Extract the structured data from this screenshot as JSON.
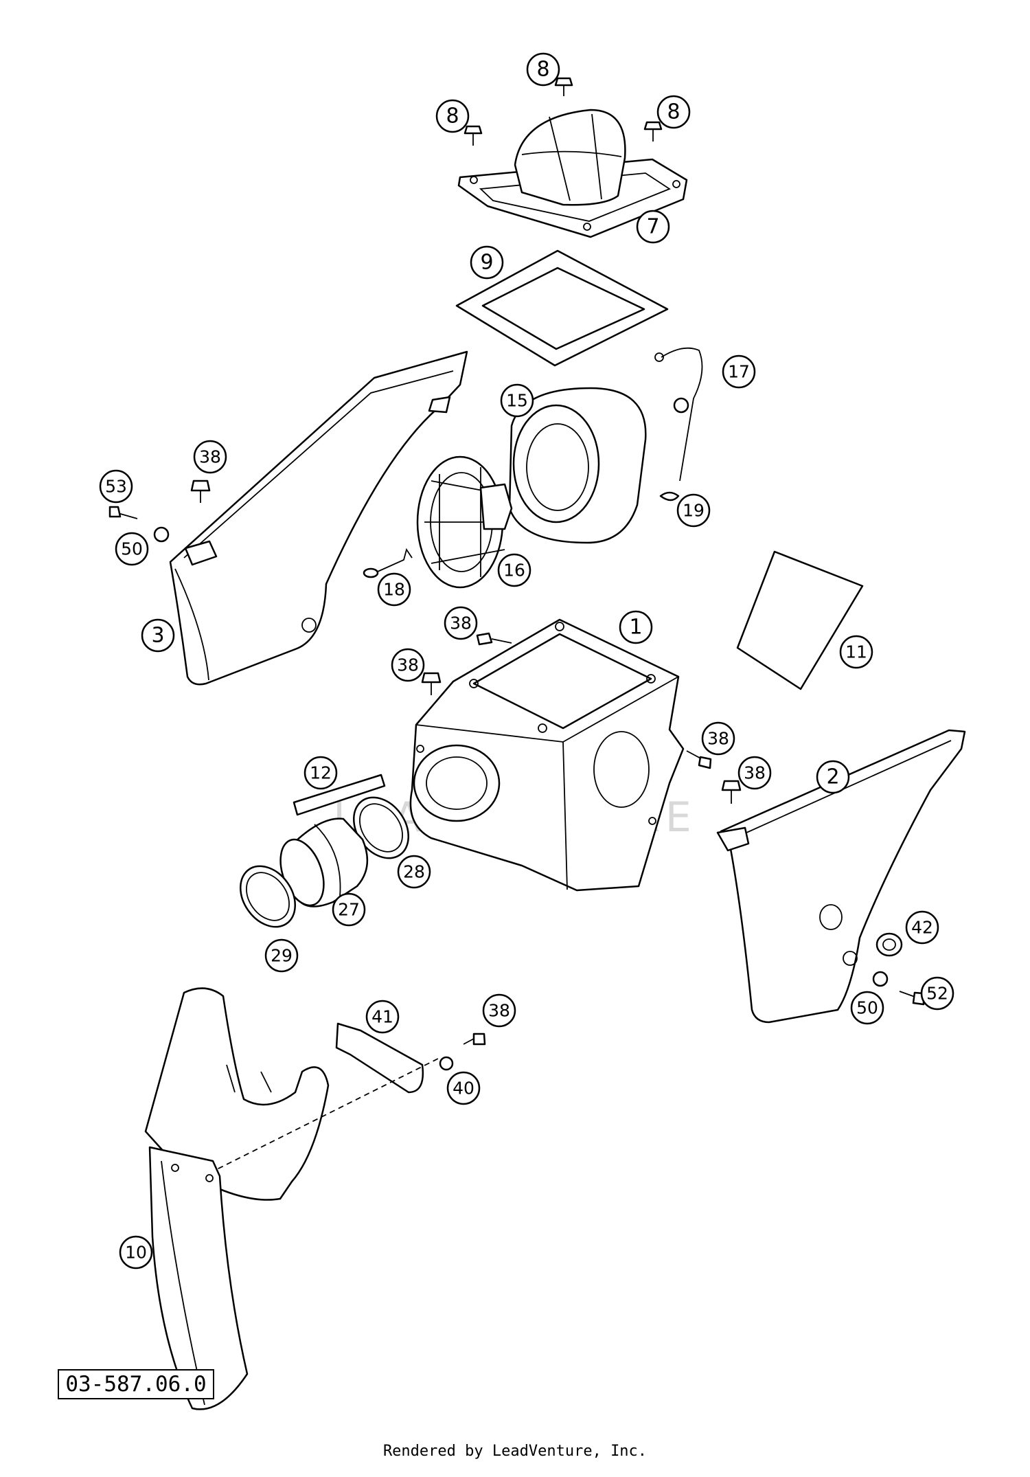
{
  "watermark": "LEADVENTURE",
  "drawing_number": "03-587.06.0",
  "footer": "Rendered by LeadVenture, Inc.",
  "callouts": [
    "8",
    "8",
    "8",
    "7",
    "9",
    "17",
    "15",
    "19",
    "38",
    "53",
    "50",
    "16",
    "18",
    "3",
    "1",
    "11",
    "38",
    "38",
    "38",
    "38",
    "12",
    "2",
    "28",
    "27",
    "29",
    "42",
    "50",
    "52",
    "41",
    "38",
    "40",
    "10"
  ]
}
